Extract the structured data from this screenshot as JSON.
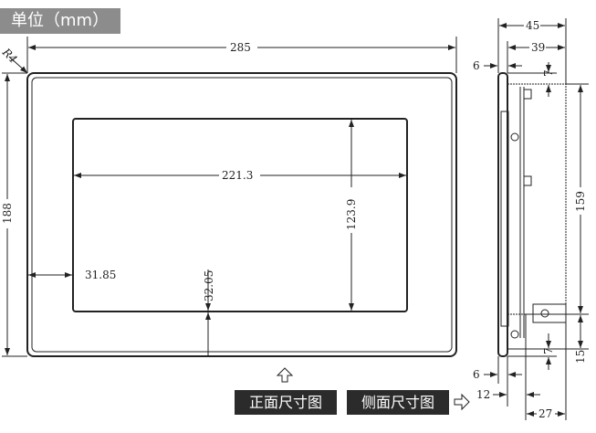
{
  "unit_label": "单位（mm）",
  "front": {
    "width": "285",
    "height": "188",
    "radius": "R4",
    "screen_width": "221.3",
    "screen_height": "123.9",
    "left_margin": "31.85",
    "bottom_margin": "32.05"
  },
  "side": {
    "depth_total": "45",
    "depth_body": "39",
    "front_thickness_top": "6",
    "offset_top": "7",
    "body_height": "159",
    "bottom_step": "15",
    "offset_bottom": "7",
    "front_thickness_bottom": "6",
    "bezel": "12",
    "bottom_depth": "27"
  },
  "captions": {
    "front": "正面尺寸图",
    "side": "侧面尺寸图"
  },
  "icons": {
    "front": "arrow-up-icon",
    "side": "arrow-right-icon"
  }
}
